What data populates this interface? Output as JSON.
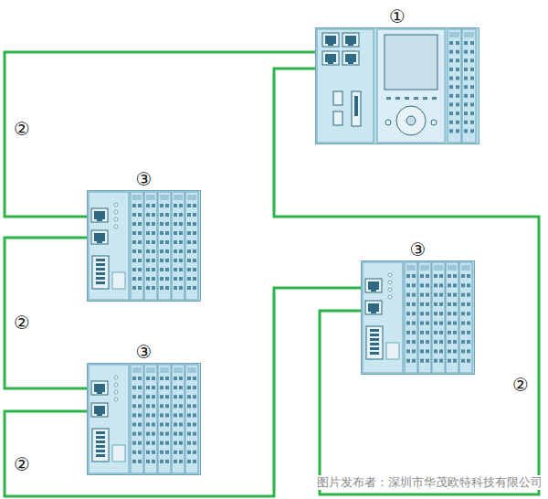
{
  "diagram": {
    "nodes": [
      {
        "text": [
          "①"
        ]
      },
      {
        "text": [
          "③"
        ]
      },
      {
        "text": [
          "③"
        ]
      },
      {
        "text": [
          "③"
        ]
      }
    ],
    "edges": [
      {
        "from": 0,
        "to": 1,
        "arrow": "none",
        "label": "②"
      },
      {
        "from": 1,
        "to": 3,
        "arrow": "none",
        "label": "②"
      },
      {
        "from": 3,
        "to": 2,
        "arrow": "none",
        "label": "②"
      },
      {
        "from": 2,
        "to": 0,
        "arrow": "none",
        "label": "②"
      }
    ],
    "labels": [
      "图片发布者：深圳市华茂欧特科技有限公司"
    ]
  }
}
